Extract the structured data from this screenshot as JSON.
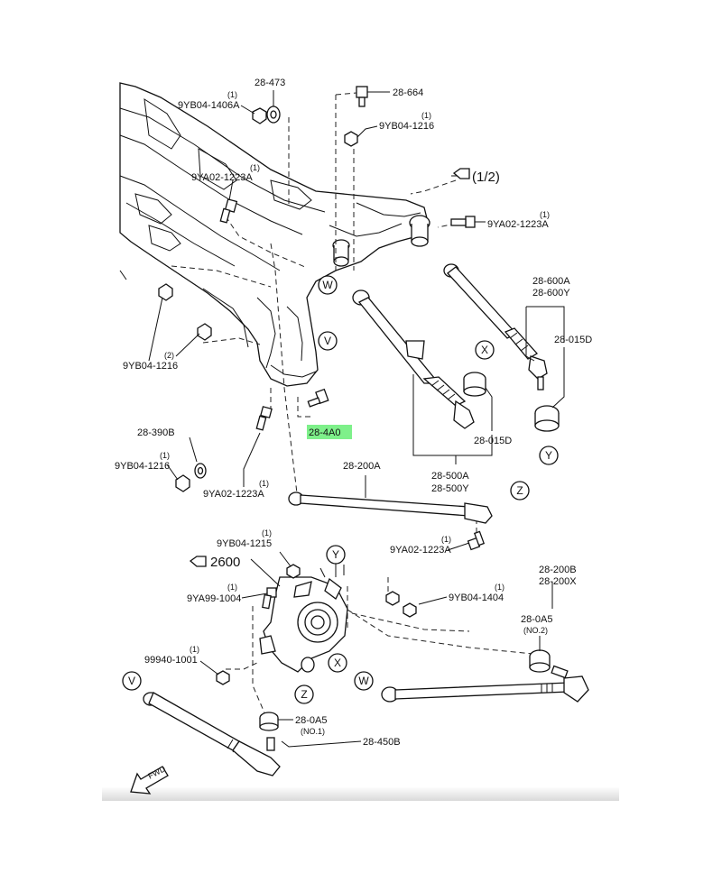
{
  "labels": {
    "p28_473": "28-473",
    "p28_664": "28-664",
    "p9yb04_1406a": "9YB04-1406A",
    "p9yb04_1216_top": "9YB04-1216",
    "p9ya02_1223a_left": "9YA02-1223A",
    "p9ya02_1223a_right": "9YA02-1223A",
    "ref_1_2": "(1/2)",
    "p28_600a": "28-600A",
    "p28_600y": "28-600Y",
    "p28_015d_right": "28-015D",
    "p28_015d_mid": "28-015D",
    "p9yb04_1216_mid": "9YB04-1216",
    "p28_4a0": "28-4A0",
    "p28_390b": "28-390B",
    "p9yb04_1216_low": "9YB04-1216",
    "p9ya02_1223a_low": "9YA02-1223A",
    "p28_200a": "28-200A",
    "p28_500a": "28-500A",
    "p28_500y": "28-500Y",
    "p9yb04_1215": "9YB04-1215",
    "p2600": "2600",
    "p9ya02_1223a_lower": "9YA02-1223A",
    "p28_200b": "28-200B",
    "p28_200x": "28-200X",
    "p9ya99_1004": "9YA99-1004",
    "p9yb04_1404": "9YB04-1404",
    "p28_0a5_no2": "28-0A5",
    "no2": "(NO.2)",
    "p99940_1001": "99940-1001",
    "p28_0a5_no1": "28-0A5",
    "no1": "(NO.1)",
    "p28_450b": "28-450B",
    "fwd": "FWD"
  },
  "quantities": {
    "q1": "(1)",
    "q2": "(2)"
  },
  "callouts": {
    "w": "W",
    "v": "V",
    "x": "X",
    "y": "Y",
    "z": "Z"
  },
  "colors": {
    "highlight": "#7ef08a",
    "line": "#111111"
  }
}
